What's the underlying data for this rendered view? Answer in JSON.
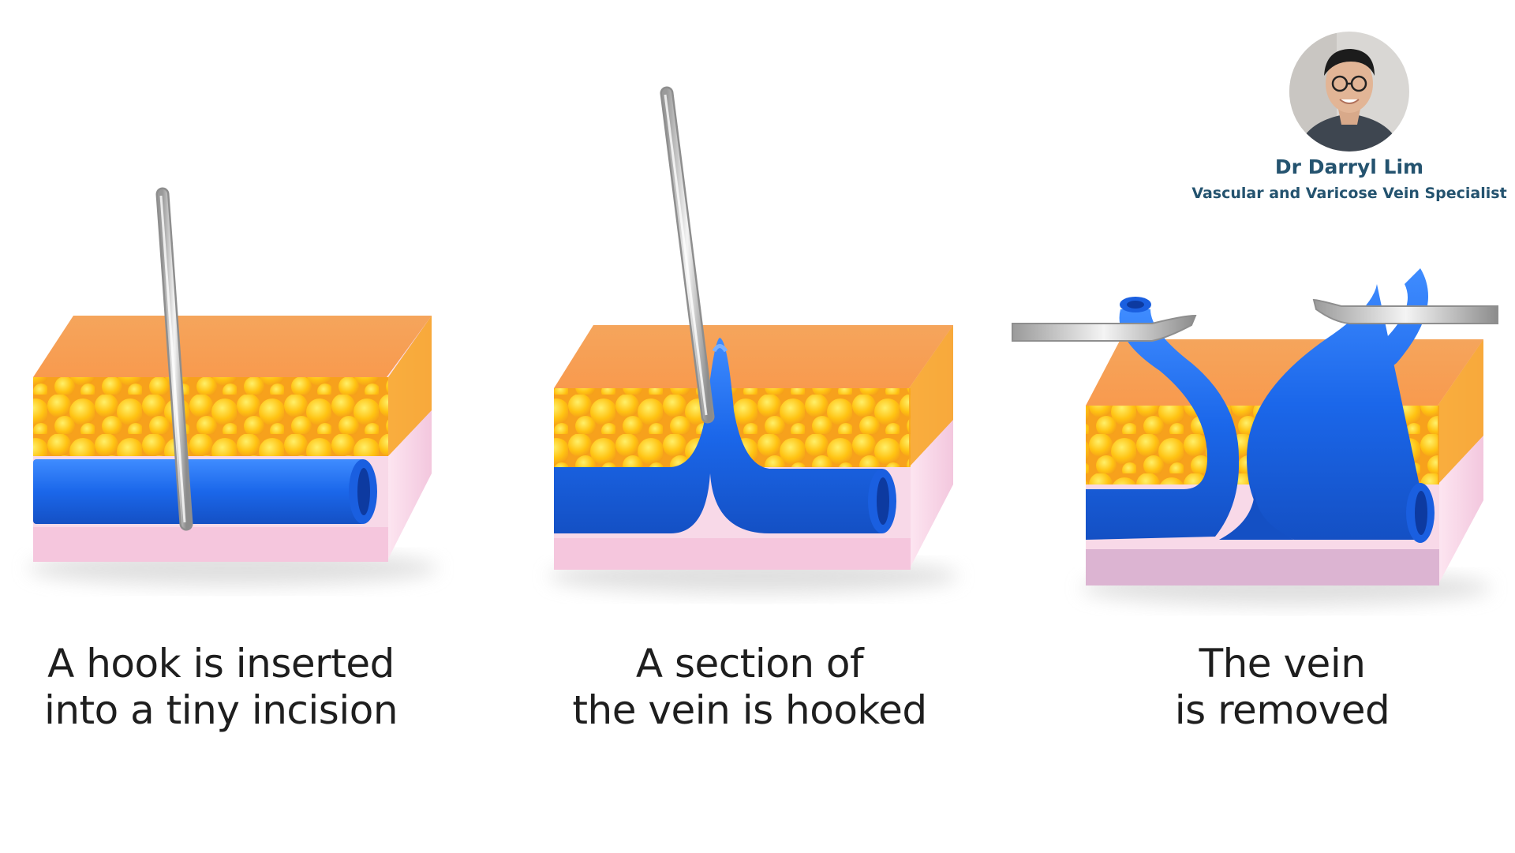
{
  "doctor": {
    "name": "Dr Darryl Lim",
    "title": "Vascular and Varicose Vein Specialist"
  },
  "steps": [
    {
      "line1": "A hook is inserted",
      "line2": "into a tiny incision"
    },
    {
      "line1": "A section of",
      "line2": "the vein is hooked"
    },
    {
      "line1": "The vein",
      "line2": "is removed"
    }
  ],
  "colors": {
    "skin_top": "#f6a25c",
    "fat": "#ffc21a",
    "vein": "#1f6ff0",
    "dermis": "#f8d7e8",
    "accent_text": "#24536f"
  },
  "icons": [
    "hook-tool",
    "forceps-tool",
    "doctor-photo"
  ]
}
